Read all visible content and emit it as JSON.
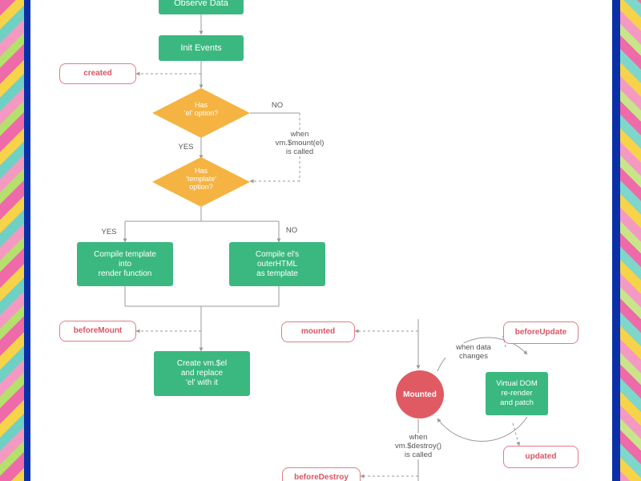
{
  "nodes": {
    "observe_data": "Observe Data",
    "init_events": "Init Events",
    "compile_template": "Compile template\ninto\nrender function",
    "compile_el": "Compile el's\nouterHTML\nas template",
    "create_el": "Create vm.$el\nand replace\n'el' with it",
    "virtual_dom": "Virtual DOM\nre-render\nand patch",
    "mounted_state": "Mounted"
  },
  "decisions": {
    "has_el": "Has\n'el' option?",
    "has_template": "Has\n'template'\noption?"
  },
  "hooks": {
    "created": "created",
    "before_mount": "beforeMount",
    "mounted": "mounted",
    "before_update": "beforeUpdate",
    "updated": "updated",
    "before_destroy": "beforeDestroy"
  },
  "labels": {
    "no_1": "NO",
    "yes_1": "YES",
    "when_mount": "when\nvm.$mount(el)\nis called",
    "yes_2": "YES",
    "no_2": "NO",
    "when_data": "when data\nchanges",
    "when_destroy": "when\nvm.$destroy()\nis called"
  },
  "colors": {
    "green": "#3bb87f",
    "orange": "#f5b342",
    "hook_red": "#d95563",
    "frame_blue": "#0b2fa6",
    "line_gray": "#9a9a9a"
  }
}
